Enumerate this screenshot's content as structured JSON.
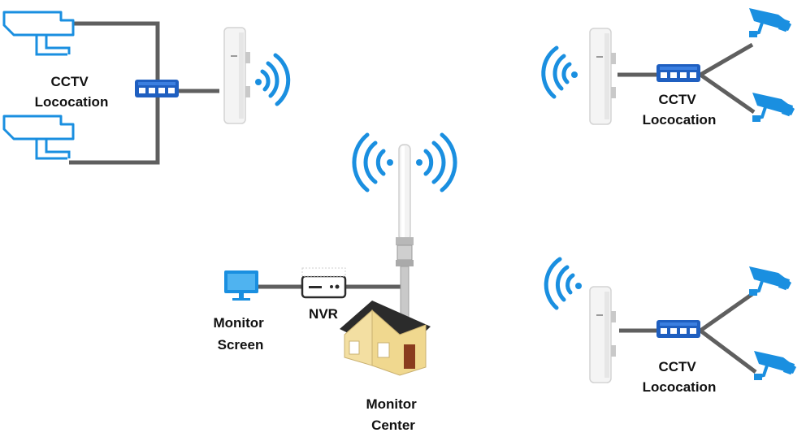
{
  "labels": {
    "cctv_top_left": [
      "CCTV",
      "Lococation"
    ],
    "cctv_top_right": [
      "CCTV",
      "Lococation"
    ],
    "cctv_bottom_right": [
      "CCTV",
      "Lococation"
    ],
    "monitor_screen": [
      "Monitor",
      "Screen"
    ],
    "nvr": "NVR",
    "monitor_center": [
      "Monitor",
      "Center"
    ]
  },
  "colors": {
    "accent_blue": "#1a8fe0",
    "switch_blue": "#1f5fc0",
    "cable_gray": "#5f5f5f",
    "house_wall": "#f3dfa2",
    "house_roof": "#2b2b2b"
  },
  "icons": [
    "cctv-camera-icon",
    "network-switch-icon",
    "wireless-bridge-icon",
    "wifi-signal-icon",
    "omni-antenna-icon",
    "monitor-icon",
    "nvr-icon",
    "house-icon"
  ]
}
